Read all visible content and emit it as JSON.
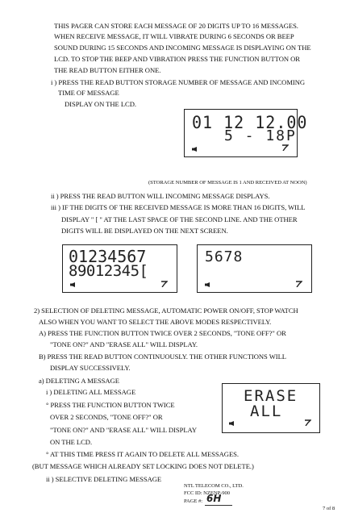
{
  "intro": [
    "THIS PAGER CAN STORE EACH MESSAGE OF 20 DIGITS UP TO 16 MESSAGES.",
    "WHEN RECEIVE MESSAGE, IT WILL VIBRATE DURING 6 SECONDS OR BEEP",
    "SOUND DURING 15 SECONDS AND INCOMING MESSAGE IS DISPLAYING ON THE",
    "LCD.    TO STOP THE BEEP AND VIBRATION PRESS THE FUNCTION BUTTON OR",
    "THE READ BUTTON EITHER ONE."
  ],
  "step_i": [
    "i ) PRESS THE READ BUTTON STORAGE NUMBER OF MESSAGE AND INCOMING",
    "TIME OF MESSAGE",
    "DISPLAY ON THE LCD."
  ],
  "lcd1": {
    "line1": "01 12 12.00",
    "line2": "5 - 18P"
  },
  "lcd1_caption": "(STORAGE NUMBER OF MESSAGE IS 1 AND RECEIVED AT NOON)",
  "step_ii": "ii ) PRESS THE READ BUTTON WILL INCOMING MESSAGE DISPLAYS.",
  "step_iii": [
    "iii ) IF THE DIGITS OF THE RECEIVED MESSAGE IS MORE THAN 16 DIGITS, WILL",
    "DISPLAY \" [ \" AT THE LAST SPACE OF THE SECOND LINE.   AND THE OTHER",
    "DIGITS WILL BE DISPLAYED ON THE NEXT SCREEN."
  ],
  "lcd2": {
    "line1": "01234567",
    "line2": "89012345["
  },
  "lcd3": {
    "line1": "5678"
  },
  "section2": [
    "2) SELECTION OF DELETING MESSAGE, AUTOMATIC POWER ON/OFF, STOP WATCH",
    "ALSO WHEN YOU WANT TO SELECT THE ABOVE MODES RESPECTIVELY.",
    "A) PRESS THE FUNCTION BUTTON TWICE OVER 2 SECONDS, \"TONE OFF?\" OR",
    "\"TONE ON?\" AND \"ERASE ALL\" WILL DISPLAY.",
    "B) PRESS THE READ BUTTON CONTINUOUSLY.   THE OTHER FUNCTIONS WILL",
    "DISPLAY SUCCESSIVELY.",
    "a) DELETING A MESSAGE",
    "i ) DELETING ALL MESSAGE",
    "° PRESS THE FUNCTION BUTTON TWICE",
    "OVER 2 SECONDS, \"TONE OFF?\" OR",
    "\"TONE ON?\" AND \"ERASE ALL\" WILL DISPLAY",
    "ON THE LCD.",
    "° AT THIS TIME PRESS IT AGAIN TO DELETE ALL MESSAGES.",
    "(BUT MESSAGE WHICH ALREADY SET LOCKING DOES NOT DELETE.)",
    "ii ) SELECTIVE DELETING MESSAGE"
  ],
  "lcd4": {
    "line1": "ERASE",
    "line2": "ALL"
  },
  "footer": {
    "company": "NTL TELECOM CO., LTD.",
    "fcc": "FCC ID:  NZENP-900",
    "page_label": "PAGE #:",
    "page_value": "6H",
    "corner": "7 of 8"
  }
}
